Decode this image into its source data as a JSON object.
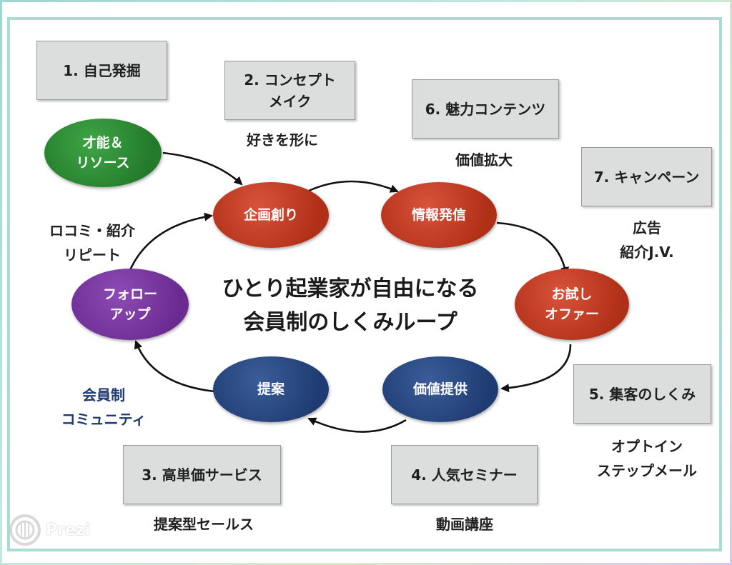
{
  "title": "ひとり起業家が自由になる\n会員制のしくみループ",
  "steps": {
    "s1": "1. 自己発掘",
    "s2": "2. コンセプト\nメイク",
    "s3": "3. 高単価サービス",
    "s4": "4. 人気セミナー",
    "s5": "5. 集客のしくみ",
    "s6": "6. 魅力コンテンツ",
    "s7": "7. キャンペーン"
  },
  "nodes": {
    "talent": "才能＆\nリソース",
    "planning": "企画創り",
    "info": "情報発信",
    "trial": "お試し\nオファー",
    "value": "価値提供",
    "proposal": "提案",
    "follow": "フォロー\nアップ"
  },
  "annotations": {
    "concept": "好きを形に",
    "value_expand": "価値拡大",
    "ads": "広告\n紹介J.V.",
    "referral": "ロコミ・紹介\nリピート",
    "community": "会員制\nコミュニティ",
    "optin": "オプトイン\nステップメール",
    "sales": "提案型セールス",
    "video": "動画講座"
  },
  "colors": {
    "green": "#227a2a",
    "red": "#b02f17",
    "purple": "#6a2a90",
    "blue": "#1f3c72",
    "navy_text": "#1f3a72",
    "box_bg": "#dcdedd"
  },
  "watermark": "Prezi"
}
